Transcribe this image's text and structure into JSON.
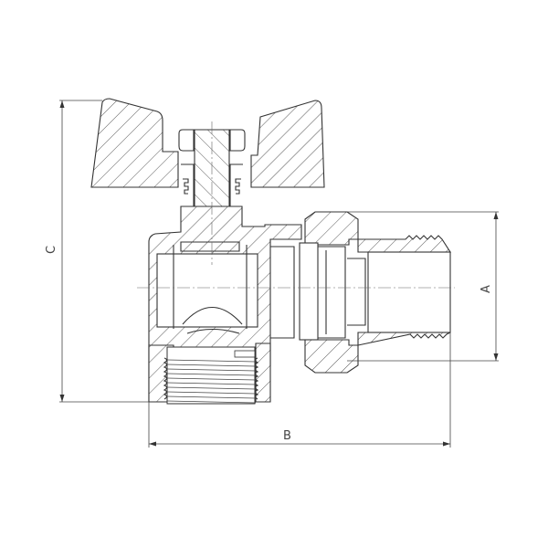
{
  "drawing": {
    "subject": "angle ball valve with butterfly handle, cross-section",
    "line_color": "#333333",
    "background": "#ffffff"
  },
  "dimensions": {
    "A": "A",
    "B": "B",
    "C": "C"
  }
}
